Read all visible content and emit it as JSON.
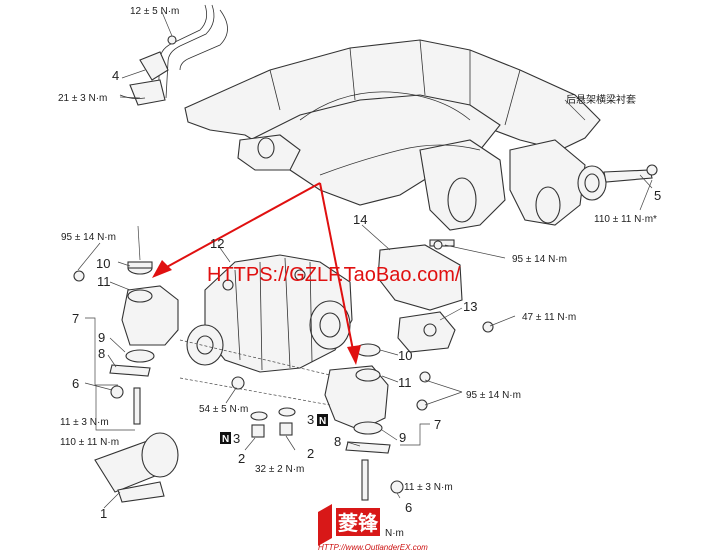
{
  "watermark": "HTTPS://GZLF.TaoBao.com/",
  "chinese_label": "后悬架横梁衬套",
  "brand_logo_text": "菱锋",
  "brand_url": "HTTP://www.OutlanderEX.com",
  "partial_unit": "N·m",
  "accent_color": "#e01010",
  "torques": {
    "t12": "12 ± 5 N·m",
    "t21": "21 ± 3 N·m",
    "t95_left": "95 ± 14 N·m",
    "t95_right_top": "95 ± 14 N·m",
    "t47": "47 ± 11 N·m",
    "t95_right_bottom": "95 ± 14 N·m",
    "t110_right": "110 ± 11 N·m*",
    "t11_left": "11 ± 3 N·m",
    "t110_left": "110 ± 11 N·m",
    "t54": "54 ± 5 N·m",
    "t32": "32 ± 2 N·m",
    "t11_right": "11 ± 3 N·m"
  },
  "callouts": {
    "c4": "4",
    "c5": "5",
    "c14": "14",
    "c12": "12",
    "c13": "13",
    "c10_left": "10",
    "c11_left": "11",
    "c7_left": "7",
    "c9_left": "9",
    "c8_left": "8",
    "c6_left": "6",
    "c10_right": "10",
    "c11_right": "11",
    "c7_right": "7",
    "c9_right": "9",
    "c8_right": "8",
    "c6_right": "6",
    "c3_left": "3",
    "c3_right": "3",
    "c2_left": "2",
    "c2_right": "2",
    "c1": "1"
  },
  "n_mark": "N"
}
